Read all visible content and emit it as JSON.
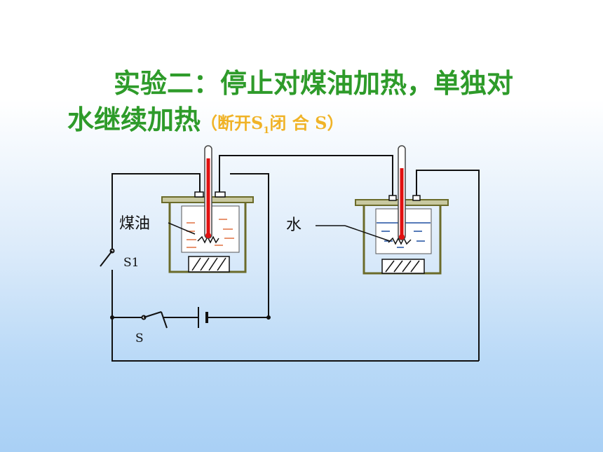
{
  "title": {
    "line1": "实验二：停止对煤油加热，单独对",
    "line2": "水继续加热",
    "note_open": "（断开S",
    "note_sub": "1",
    "note_close": "闭 合 S）"
  },
  "diagram": {
    "label_kerosene": "煤油",
    "label_water": "水",
    "label_s1": "S1",
    "label_s": "S"
  },
  "colors": {
    "title": "#2e9b2a",
    "note": "#f0b327",
    "thermometer_liquid": "#e01010",
    "container": "#6b6b2a",
    "water_lines": "#1e4fa0",
    "kerosene_lines": "#e07040"
  }
}
